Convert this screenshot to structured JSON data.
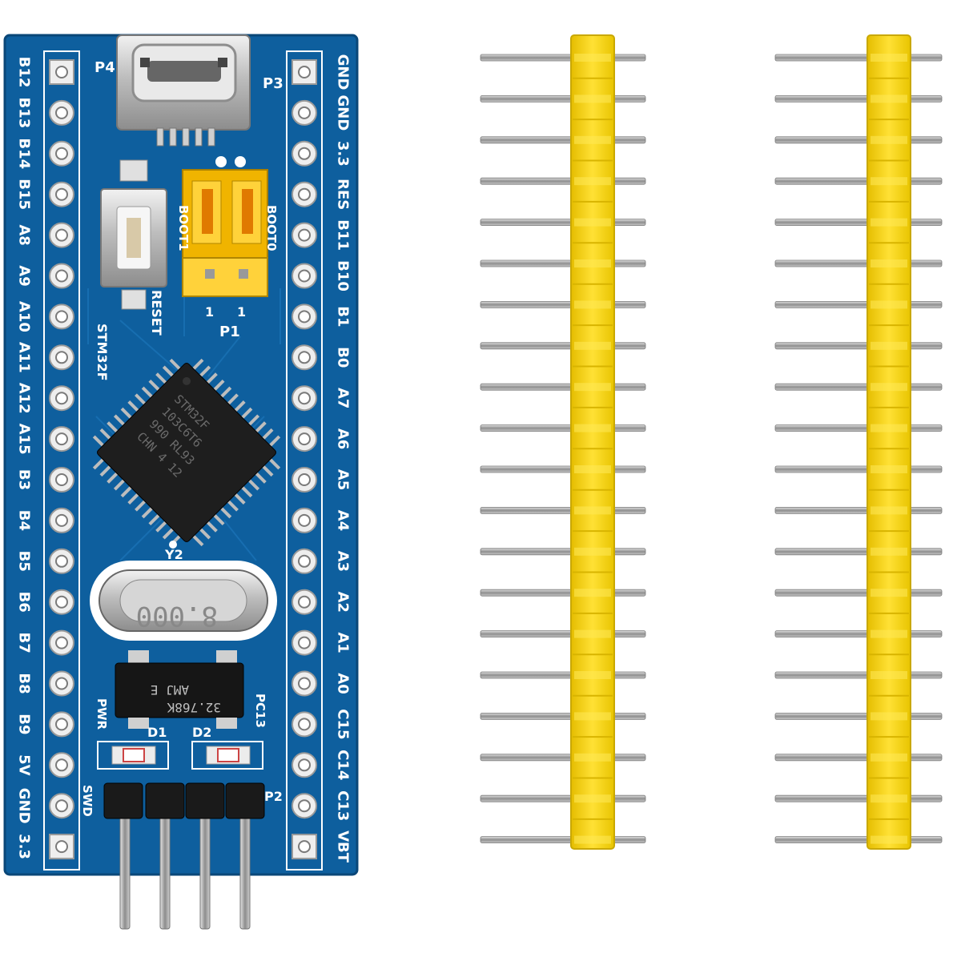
{
  "board": {
    "pcb_color": "#0e5f9e",
    "pcb_dark": "#0a4778",
    "left_pins": [
      "B12",
      "B13",
      "B14",
      "B15",
      "A8",
      "A9",
      "A10",
      "A11",
      "A12",
      "A15",
      "B3",
      "B4",
      "B5",
      "B6",
      "B7",
      "B8",
      "B9",
      "5V",
      "GND",
      "3.3"
    ],
    "right_pins": [
      "GND",
      "GND",
      "3.3",
      "RES",
      "B11",
      "B10",
      "B1",
      "B0",
      "A7",
      "A6",
      "A5",
      "A4",
      "A3",
      "A2",
      "A1",
      "A0",
      "C15",
      "C14",
      "C13",
      "VBT"
    ],
    "labels": {
      "p4": "P4",
      "p3": "P3",
      "p1": "P1",
      "p2": "P2",
      "reset": "RESET",
      "boot1": "BOOT1",
      "boot0": "BOOT0",
      "stm32": "STM32F",
      "y2": "Y2",
      "pwr": "PWR",
      "pc13": "PC13",
      "d1": "D1",
      "d2": "D2",
      "swd": "SWD",
      "jumper_one_left": "1",
      "jumper_one_right": "1"
    },
    "chip": {
      "line1": "STM32F",
      "line2": "103C6T6",
      "line3": "990 RL93",
      "line4": "CHN 4 12"
    },
    "crystal_main": "8.000",
    "crystal_rtc": {
      "line1": "32.768K",
      "line2": "AMJ E"
    }
  },
  "headers": {
    "strip_color": "#f5d313",
    "pin_color": "#9a9a9a",
    "pin_count": 20
  }
}
